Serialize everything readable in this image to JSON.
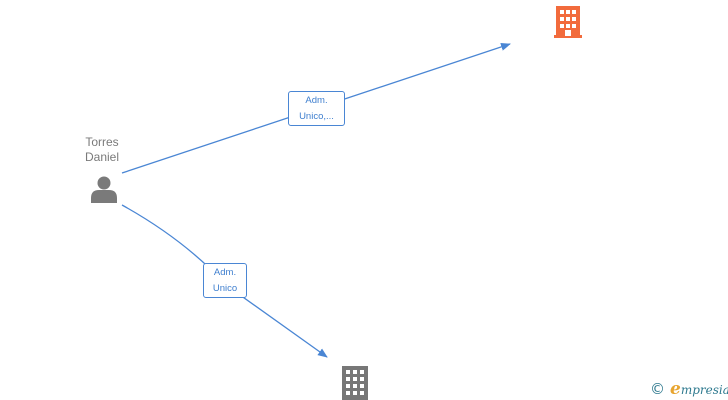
{
  "person": {
    "first_line": "Torres",
    "second_line": "Daniel",
    "icon": "person-icon",
    "color": "#7a7a7a"
  },
  "companies": [
    {
      "icon": "building-icon",
      "color": "#f26b3c",
      "status": "highlighted"
    },
    {
      "icon": "building-icon",
      "color": "#777777",
      "status": "normal"
    }
  ],
  "relations": [
    {
      "label_line1": "Adm.",
      "label_line2": "Unico,..."
    },
    {
      "label_line1": "Adm.",
      "label_line2": "Unico"
    }
  ],
  "edge_color": "#4a86d4",
  "brand": {
    "copyright_symbol": "©",
    "name_first": "e",
    "name_rest": "mpresia"
  }
}
